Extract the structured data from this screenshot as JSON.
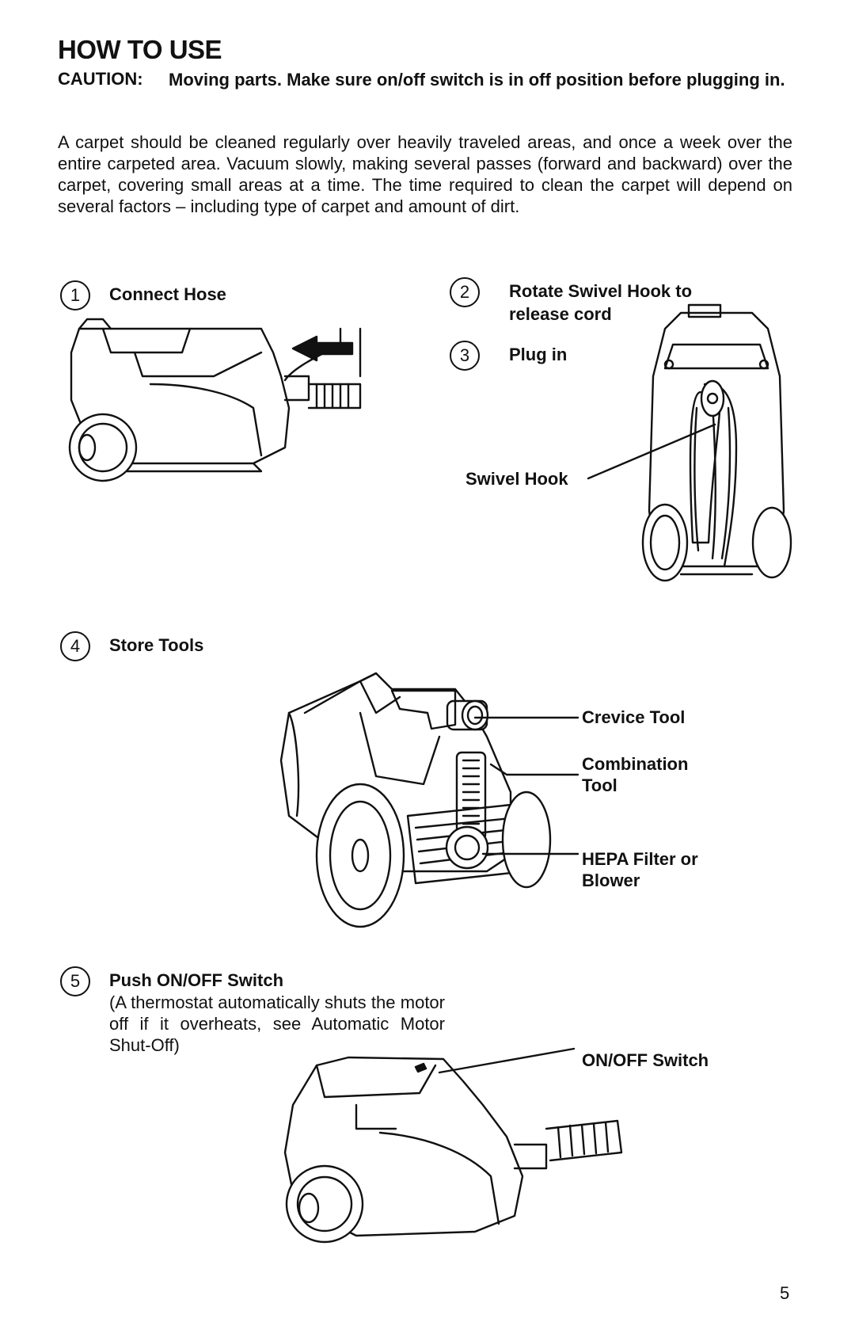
{
  "heading": "HOW TO USE",
  "caution": {
    "label": "CAUTION:",
    "text": "Moving parts. Make sure on/off switch is in off position before plugging in."
  },
  "intro": "A carpet should be cleaned regularly over heavily traveled areas, and once a week over the entire carpeted area. Vacuum slowly, making several passes (forward and backward) over the carpet, covering small areas at a time. The time required to clean the carpet will depend on several factors – including type of carpet and amount of dirt.",
  "steps": [
    {
      "number": "1",
      "title": "Connect Hose"
    },
    {
      "number": "2",
      "title": "Rotate  Swivel Hook to release cord"
    },
    {
      "number": "3",
      "title": "Plug in"
    },
    {
      "number": "4",
      "title": "Store Tools"
    },
    {
      "number": "5",
      "title": "Push ON/OFF Switch",
      "note": "(A thermostat automatically shuts the motor off if it overheats, see Automatic Motor Shut-Off)"
    }
  ],
  "callouts": {
    "swivel_hook": "Swivel Hook",
    "crevice_tool": "Crevice Tool",
    "combination_tool": "Combination Tool",
    "hepa_filter": "HEPA Filter or Blower",
    "on_off_switch": "ON/OFF Switch"
  },
  "page_number": "5"
}
